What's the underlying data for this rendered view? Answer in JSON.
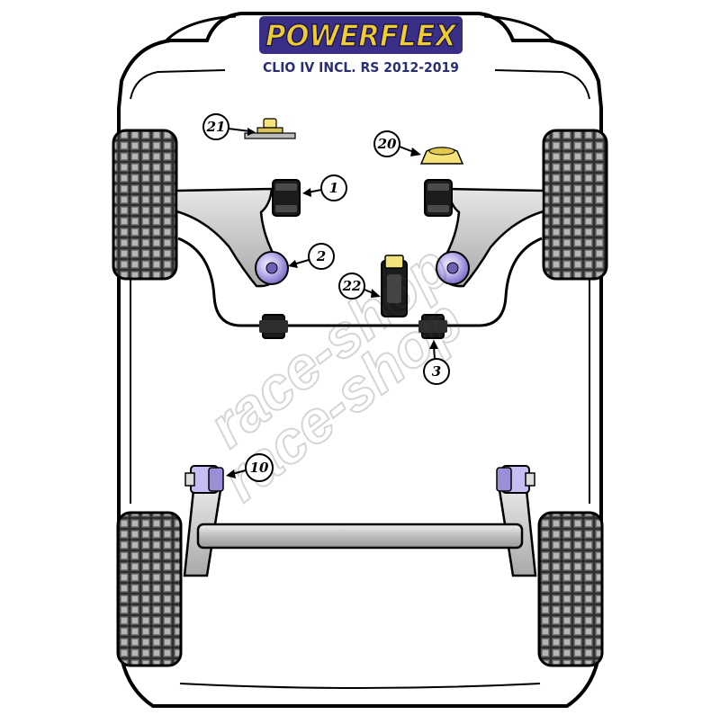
{
  "brand": {
    "logo_text": "POWERFLEX",
    "model_text": "CLIO IV INCL. RS 2012-2019",
    "logo_fill": "#e9c62a",
    "logo_outline": "#3a2f86"
  },
  "watermark": {
    "text": "race-shop"
  },
  "colors": {
    "purple": "#9b8ed6",
    "purple_light": "#c9c0f0",
    "yellow": "#f5e27a",
    "black_bush": "#1a1a1a",
    "arm_fill": "#cfcfcf",
    "tire": "#3a3a3a"
  },
  "callouts": [
    {
      "id": "c1",
      "label": "1"
    },
    {
      "id": "c2",
      "label": "2"
    },
    {
      "id": "c3",
      "label": "3"
    },
    {
      "id": "c10",
      "label": "10"
    },
    {
      "id": "c20",
      "label": "20"
    },
    {
      "id": "c21",
      "label": "21"
    },
    {
      "id": "c22",
      "label": "22"
    }
  ]
}
